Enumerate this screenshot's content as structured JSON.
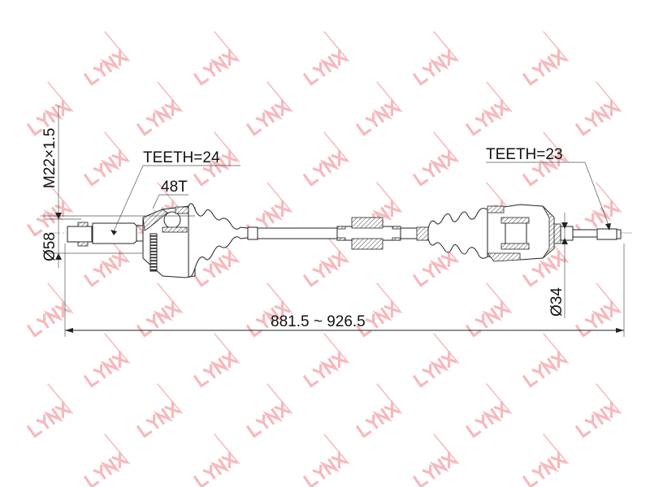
{
  "watermark": {
    "text": "LYNX",
    "color": "#f6b9bd"
  },
  "drawing": {
    "outer_teeth_label": "TEETH=24",
    "abs_ring_label": "48T",
    "inner_teeth_label": "TEETH=23",
    "thread_label": "M22×1.5",
    "outer_diameter_label": "Ø58",
    "inner_diameter_label": "Ø34",
    "length_label": "881.5 ~ 926.5"
  }
}
